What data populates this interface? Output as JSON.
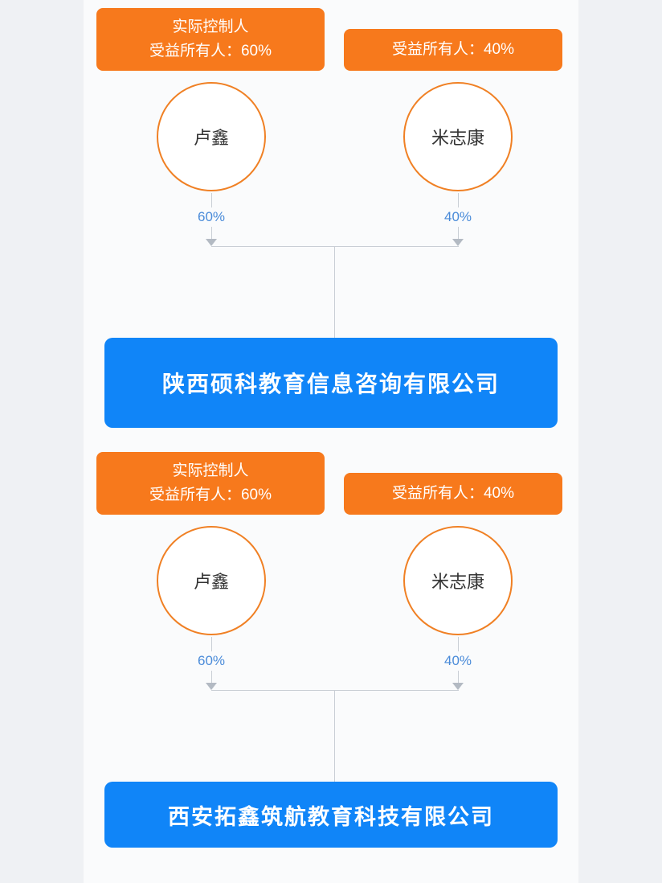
{
  "colors": {
    "badge_orange": "#F7791C",
    "circle_border_orange": "#F08024",
    "company_box_blue": "#1085F8",
    "percent_text_blue": "#4A8BD9",
    "connector_gray": "#C9CED5"
  },
  "diagrams": [
    {
      "shareholders": [
        {
          "badge_lines": [
            "实际控制人",
            "受益所有人：60%"
          ],
          "name": "卢鑫",
          "percent": "60%"
        },
        {
          "badge_lines": [
            "受益所有人：40%"
          ],
          "name": "米志康",
          "percent": "40%"
        }
      ],
      "company": "陕西硕科教育信息咨询有限公司"
    },
    {
      "shareholders": [
        {
          "badge_lines": [
            "实际控制人",
            "受益所有人：60%"
          ],
          "name": "卢鑫",
          "percent": "60%"
        },
        {
          "badge_lines": [
            "受益所有人：40%"
          ],
          "name": "米志康",
          "percent": "40%"
        }
      ],
      "company": "西安拓鑫筑航教育科技有限公司"
    }
  ]
}
